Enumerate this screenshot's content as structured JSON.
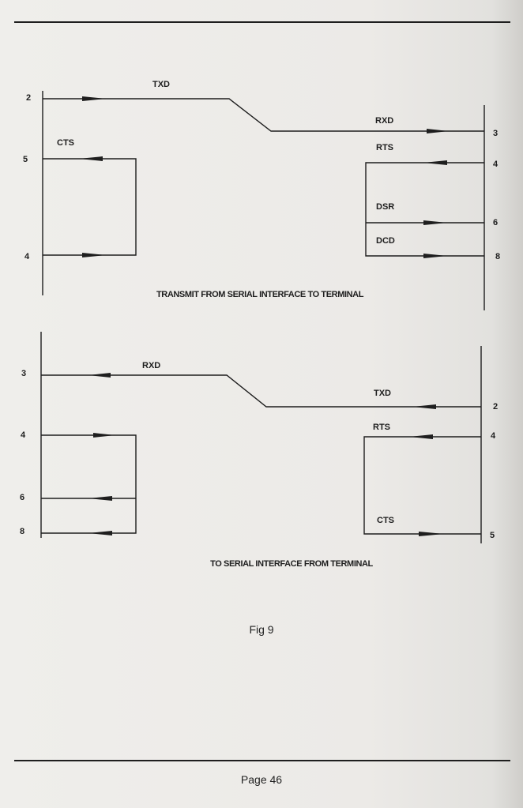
{
  "diagram1": {
    "caption": "TRANSMIT FROM SERIAL INTERFACE TO TERMINAL",
    "signals": {
      "txd": "TXD",
      "rxd": "RXD",
      "cts": "CTS",
      "rts": "RTS",
      "dsr": "DSR",
      "dcd": "DCD"
    },
    "left_pins": {
      "txd": "2",
      "cts": "5",
      "rts": "4"
    },
    "right_pins": {
      "rxd": "3",
      "rts": "4",
      "dsr": "6",
      "dcd": "8"
    }
  },
  "diagram2": {
    "caption": "TO SERIAL INTERFACE FROM TERMINAL",
    "signals": {
      "rxd": "RXD",
      "txd": "TXD",
      "rts": "RTS",
      "cts": "CTS"
    },
    "left_pins": {
      "rxd": "3",
      "a": "4",
      "b": "6",
      "c": "8"
    },
    "right_pins": {
      "txd": "2",
      "rts": "4",
      "cts": "5"
    }
  },
  "figure_label": "Fig 9",
  "page_label": "Page 46"
}
